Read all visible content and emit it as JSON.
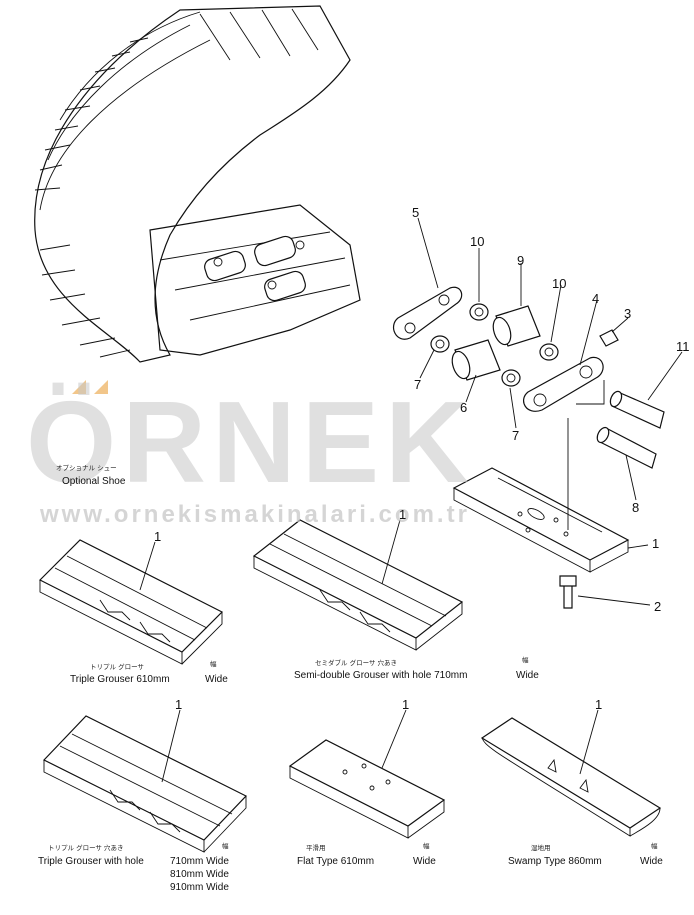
{
  "watermark": {
    "brand": "ÖRNEK",
    "url": "www.ornekismakinalari.com.tr",
    "accent": "#f2c68a"
  },
  "optional_shoe": {
    "jp": "オプショナル シュー",
    "label": "Optional Shoe"
  },
  "callouts": [
    "1",
    "2",
    "3",
    "4",
    "5",
    "6",
    "7",
    "7",
    "8",
    "9",
    "10",
    "10",
    "11",
    "1",
    "1",
    "1",
    "1",
    "1"
  ],
  "shoes": [
    {
      "jp": "トリプル グローサ",
      "jp_w": "幅",
      "name": "Triple Grouser 610mm",
      "wide": "Wide"
    },
    {
      "jp": "セミダブル グローサ 穴あき",
      "jp_w": "幅",
      "name": "Semi-double Grouser with hole 710mm",
      "wide": "Wide"
    },
    {
      "jp": "トリプル グローサ 穴あき",
      "jp_w": "幅",
      "name": "Triple Grouser with hole",
      "sizes": [
        "710mm Wide",
        "810mm Wide",
        "910mm Wide"
      ]
    },
    {
      "jp": "平滑用",
      "jp_w": "幅",
      "name": "Flat Type 610mm",
      "wide": "Wide"
    },
    {
      "jp": "湿地用",
      "jp_w": "幅",
      "name": "Swamp Type 860mm",
      "wide": "Wide"
    }
  ]
}
